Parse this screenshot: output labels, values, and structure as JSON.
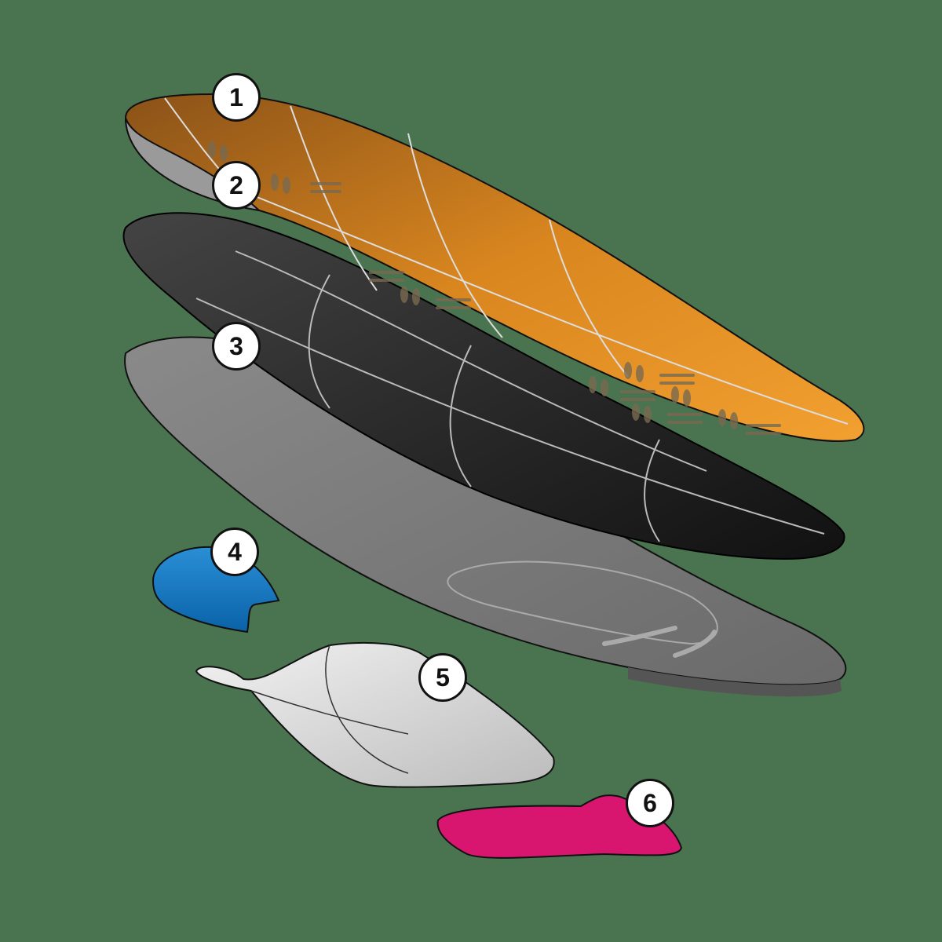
{
  "diagram": {
    "type": "exploded-view",
    "subject": "insole layers",
    "background_color": "#4a7350",
    "layers": [
      {
        "id": 1,
        "label": "1",
        "color": "#e8962a"
      },
      {
        "id": 2,
        "label": "2",
        "color": "#9a9a9a"
      },
      {
        "id": 3,
        "label": "3",
        "color": "#2a2a2a"
      },
      {
        "id": 4,
        "label": "4",
        "color": "#1a7cc4"
      },
      {
        "id": 5,
        "label": "5",
        "color": "#d8d8d8"
      },
      {
        "id": 6,
        "label": "6",
        "color": "#d8156f"
      }
    ],
    "base_layer_color": "#6e6e6e"
  }
}
